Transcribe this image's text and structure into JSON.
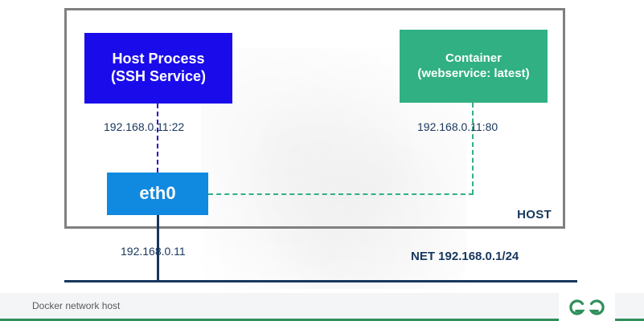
{
  "diagram": {
    "title_caption": "Docker network host",
    "host_boundary": {
      "label": "HOST"
    },
    "nodes": [
      {
        "id": "host-process",
        "line1": "Host Process",
        "line2": "(SSH Service)",
        "color": "#1a0beb"
      },
      {
        "id": "container",
        "line1": "Container",
        "line2": "(webservice: latest)",
        "color": "#30b083"
      },
      {
        "id": "eth0",
        "line1": "eth0",
        "color": "#1089e0"
      }
    ],
    "labels": {
      "ssh_endpoint": "192.168.0.11:22",
      "http_endpoint": "192.168.0.11:80",
      "nic_address": "192.168.0.11",
      "network": "NET 192.168.0.1/24"
    },
    "connector_colors": {
      "ssh_dashed": "#2a18c8",
      "container_dashed": "#30b083",
      "network_bus": "#17365d",
      "host_border": "#808080"
    }
  },
  "footer": {
    "caption": "Docker network host",
    "logo_name": "geeksforgeeks-logo",
    "accent_color": "#2f8f5b"
  }
}
